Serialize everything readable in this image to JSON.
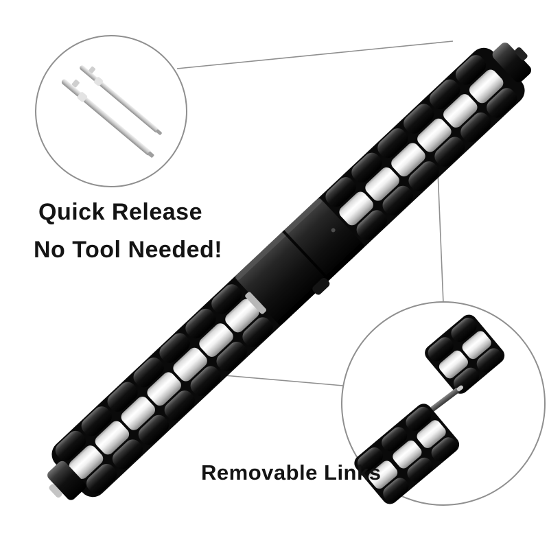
{
  "labels": {
    "quick_release_line1": "Quick Release",
    "quick_release_line2": "No Tool Needed!",
    "removable_links": "Removable Links"
  },
  "colors": {
    "background": "#ffffff",
    "text": "#141414",
    "callout_stroke": "#8f8f8f",
    "band_black": "#0d0d0d",
    "band_silver": "#d9d9d9",
    "clasp_black": "#1a1a1a",
    "pin_silver": "#c6c6c6"
  },
  "illustration": {
    "band_icon": "two-tone-stainless-watch-band",
    "top_inset_icon": "quick-release-spring-bar-pins",
    "bottom_inset_icon": "removable-link-segments-with-pin"
  }
}
